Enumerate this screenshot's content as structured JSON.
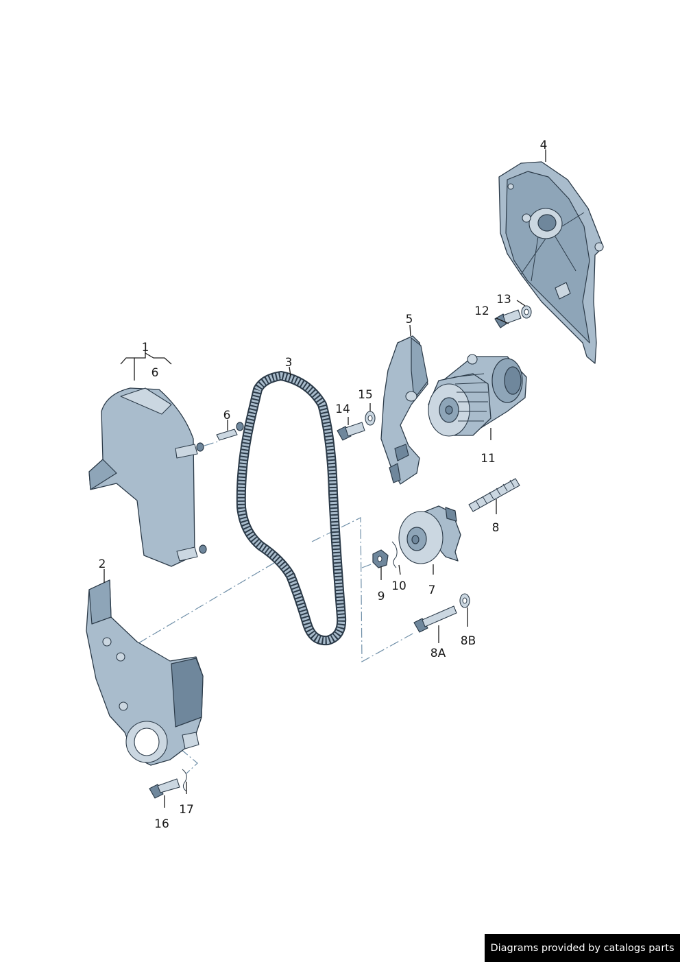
{
  "callouts": {
    "c1": "1",
    "c6a": "6",
    "c6b": "6",
    "c2": "2",
    "c3": "3",
    "c4": "4",
    "c5": "5",
    "c7": "7",
    "c8": "8",
    "c8a": "8A",
    "c8b": "8B",
    "c9": "9",
    "c10": "10",
    "c11": "11",
    "c12": "12",
    "c13": "13",
    "c14": "14",
    "c15": "15",
    "c16": "16",
    "c17": "17"
  },
  "credit": "Diagrams provided by catalogs parts",
  "colors": {
    "part": "#a9bccc",
    "outline": "#2b3a48",
    "centerline": "#6f8fa8",
    "credit_bg": "#000000"
  },
  "parts": [
    "upper-timing-belt-cover",
    "lower-timing-belt-cover",
    "timing-belt",
    "rear-timing-belt-cover",
    "bracket",
    "tensioner-pulley",
    "stud",
    "bolt",
    "washer",
    "nut",
    "retainer-clip",
    "water-pump",
    "bolt",
    "washer",
    "bolt",
    "washer",
    "bolt",
    "clip"
  ]
}
